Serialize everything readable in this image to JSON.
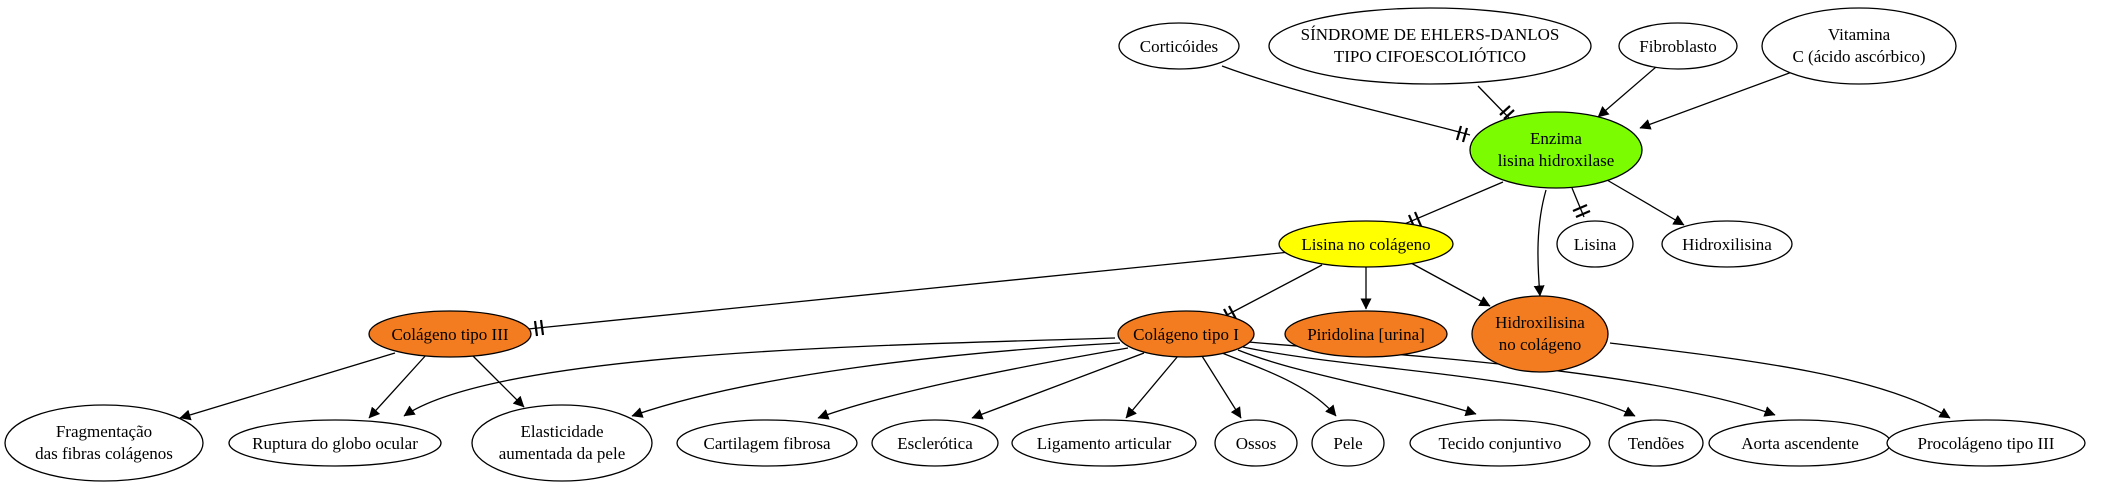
{
  "nodes": {
    "corticoides": [
      "Corticóides"
    ],
    "ehlers": [
      "SÍNDROME DE EHLERS-DANLOS",
      "TIPO CIFOESCOLIÓTICO"
    ],
    "fibroblasto": [
      "Fibroblasto"
    ],
    "vitamina": [
      "Vitamina",
      "C (ácido ascórbico)"
    ],
    "enzima": [
      "Enzima",
      "lisina hidroxilase"
    ],
    "lisina_colageno": [
      "Lisina no colágeno"
    ],
    "lisina": [
      "Lisina"
    ],
    "hidroxilisina": [
      "Hidroxilisina"
    ],
    "colageno3": [
      "Colágeno tipo III"
    ],
    "colageno1": [
      "Colágeno tipo I"
    ],
    "piridolina": [
      "Piridolina [urina]"
    ],
    "hidroxilisina_colageno": [
      "Hidroxilisina",
      "no colágeno"
    ],
    "fragmentacao": [
      "Fragmentação",
      "das fibras colágenos"
    ],
    "ruptura": [
      "Ruptura do globo ocular"
    ],
    "elasticidade": [
      "Elasticidade",
      "aumentada da pele"
    ],
    "cartilagem": [
      "Cartilagem fibrosa"
    ],
    "esclerotica": [
      "Esclerótica"
    ],
    "ligamento": [
      "Ligamento articular"
    ],
    "ossos": [
      "Ossos"
    ],
    "pele": [
      "Pele"
    ],
    "tecido": [
      "Tecido conjuntivo"
    ],
    "tendoes": [
      "Tendões"
    ],
    "aorta": [
      "Aorta ascendente"
    ],
    "procolageno": [
      "Procolágeno tipo III"
    ]
  },
  "colors": {
    "green": "#7cfc00",
    "yellow": "#ffff00",
    "orange": "#f47c20",
    "white": "#ffffff"
  }
}
